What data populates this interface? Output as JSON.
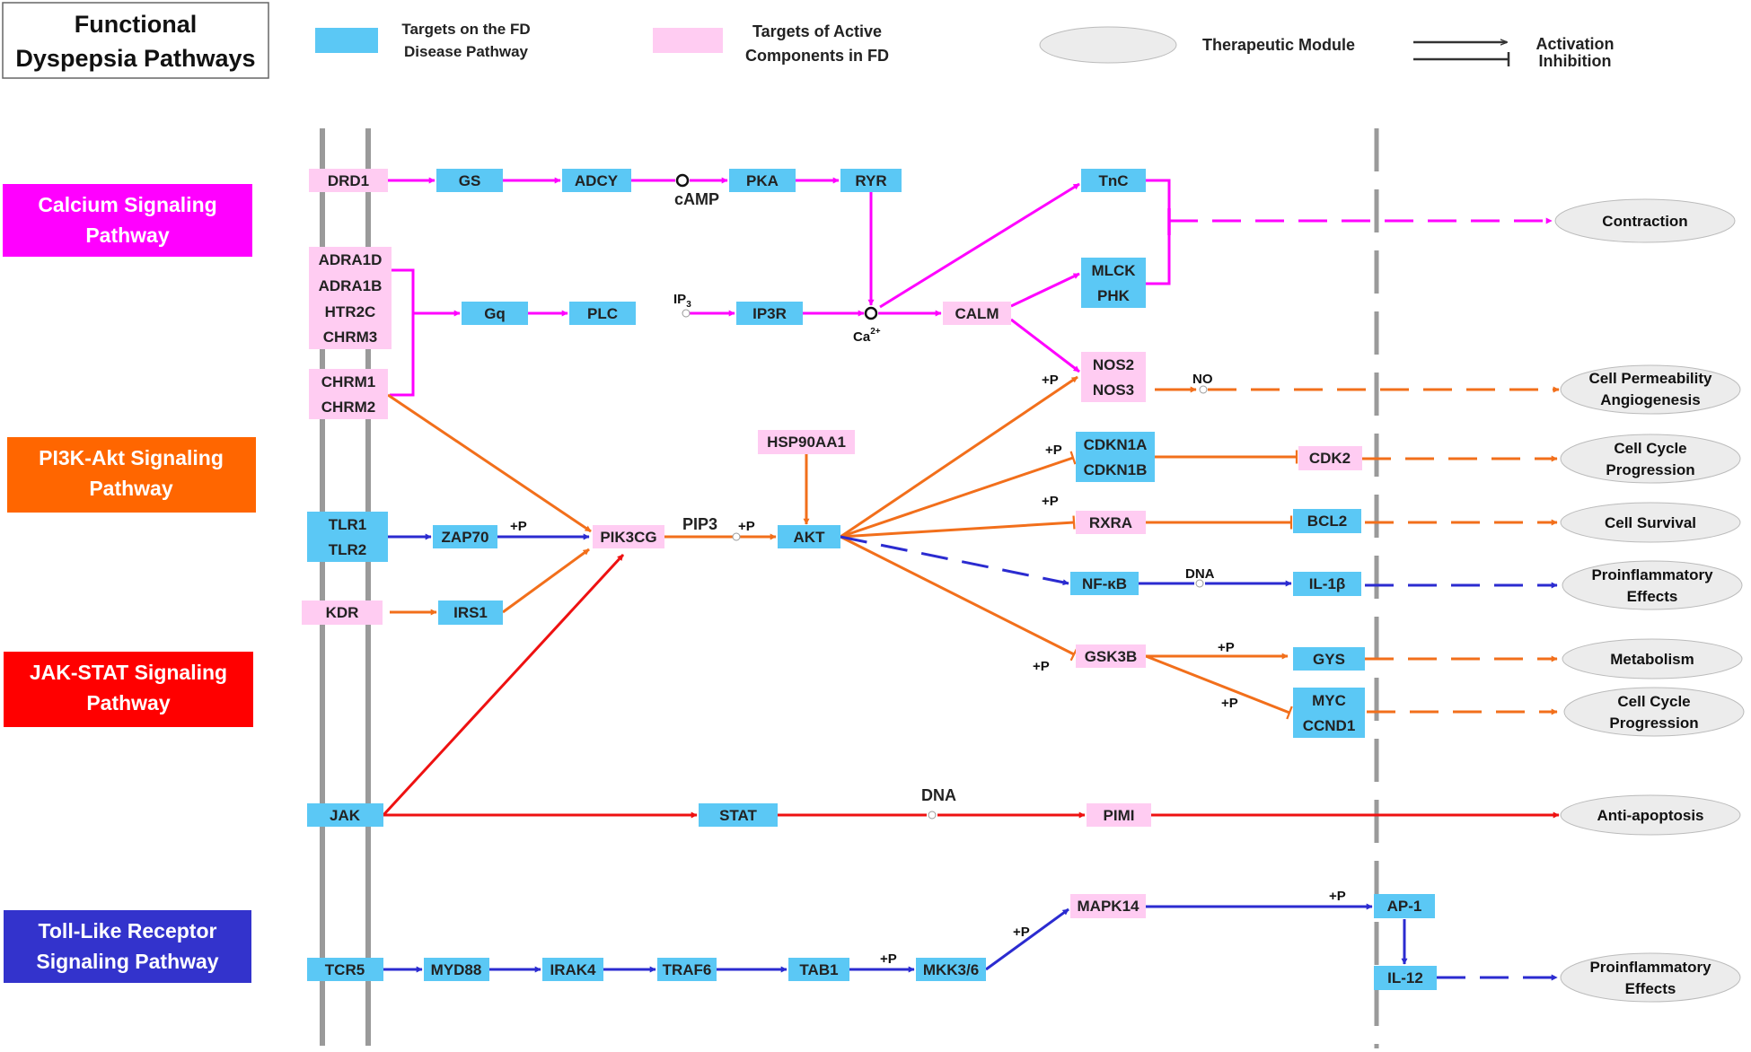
{
  "title": {
    "line1": "Functional",
    "line2": "Dyspepsia Pathways"
  },
  "legend": {
    "fd_line1": "Targets on the FD",
    "fd_line2": "Disease Pathway",
    "active_line1": "Targets of Active",
    "active_line2": "Components in FD",
    "module": "Therapeutic Module",
    "activation": "Activation",
    "inhibition": "Inhibition"
  },
  "pathways": {
    "calcium": {
      "line1": "Calcium Signaling",
      "line2": "Pathway",
      "color": "#ff00ff"
    },
    "pi3k": {
      "line1": "PI3K-Akt Signaling",
      "line2": "Pathway",
      "color": "#ff6600"
    },
    "jak": {
      "line1": "JAK-STAT Signaling",
      "line2": "Pathway",
      "color": "#ff0000"
    },
    "toll": {
      "line1": "Toll-Like Receptor",
      "line2": "Signaling Pathway",
      "color": "#3333cc"
    }
  },
  "colors": {
    "fd_target": "#5bc8f5",
    "active_target": "#ffccf2",
    "module": "#ececec"
  },
  "nodes": {
    "drd1": "DRD1",
    "gs": "GS",
    "adcy": "ADCY",
    "pka": "PKA",
    "ryr": "RYR",
    "tnc": "TnC",
    "adra1d": "ADRA1D",
    "adra1b": "ADRA1B",
    "htr2c": "HTR2C",
    "chrm3": "CHRM3",
    "gq": "Gq",
    "plc": "PLC",
    "ip3r": "IP3R",
    "calm": "CALM",
    "mlck": "MLCK",
    "phk": "PHK",
    "chrm1": "CHRM1",
    "chrm2": "CHRM2",
    "nos2": "NOS2",
    "nos3": "NOS3",
    "hsp90aa1": "HSP90AA1",
    "cdkn1a": "CDKN1A",
    "cdkn1b": "CDKN1B",
    "cdk2": "CDK2",
    "tlr1": "TLR1",
    "tlr2": "TLR2",
    "zap70": "ZAP70",
    "pik3cg": "PIK3CG",
    "akt": "AKT",
    "rxra": "RXRA",
    "bcl2": "BCL2",
    "nfkb": "NF-κB",
    "il1b": "IL-1β",
    "kdr": "KDR",
    "irs1": "IRS1",
    "gsk3b": "GSK3B",
    "gys": "GYS",
    "myc": "MYC",
    "ccnd1": "CCND1",
    "jak": "JAK",
    "stat": "STAT",
    "pimi": "PIMI",
    "mapk14": "MAPK14",
    "ap1": "AP-1",
    "il12": "IL-12",
    "tcr5": "TCR5",
    "myd88": "MYD88",
    "irak4": "IRAK4",
    "traf6": "TRAF6",
    "tab1": "TAB1",
    "mkk36": "MKK3/6"
  },
  "labels": {
    "camp": "cAMP",
    "ip3": "IP",
    "ip3_sub": "3",
    "ca": "Ca",
    "ca_sup": "2+",
    "no": "NO",
    "pip3": "PIP3",
    "plus_p": "+P",
    "dna": "DNA"
  },
  "outcomes": {
    "contraction": "Contraction",
    "perm1": "Cell Permeability",
    "perm2": "Angiogenesis",
    "cycle1": "Cell Cycle",
    "cycle2": "Progression",
    "survival": "Cell Survival",
    "proinf1": "Proinflammatory",
    "proinf2": "Effects",
    "metabolism": "Metabolism",
    "antiapop": "Anti-apoptosis"
  }
}
